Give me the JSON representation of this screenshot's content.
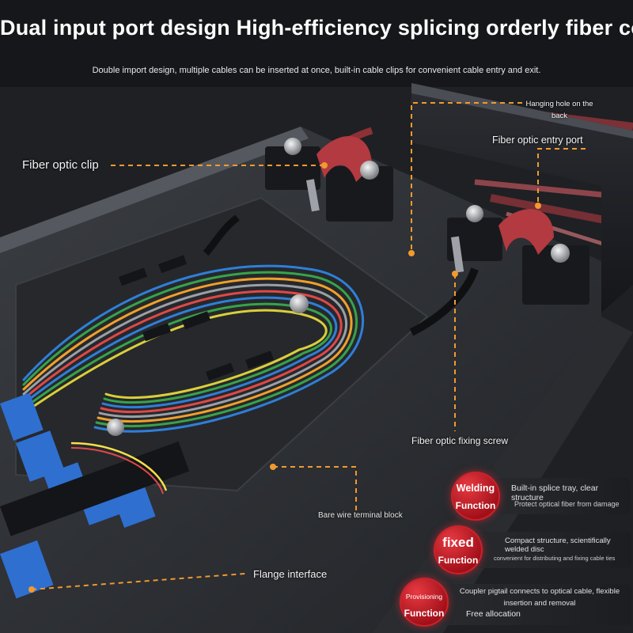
{
  "headline": "Dual input port design High-efficiency splicing orderly fiber coiling",
  "subline": "Double import design, multiple cables can be inserted at once, built-in cable clips for convenient cable entry and exit.",
  "callouts": {
    "fiber_clip": "Fiber optic clip",
    "hanging_hole": "Hanging hole on the back",
    "entry_port": "Fiber optic entry port",
    "fixing_screw": "Fiber optic fixing screw",
    "bare_wire": "Bare wire terminal block",
    "flange": "Flange interface"
  },
  "features": [
    {
      "badge_top": "Welding",
      "badge_bottom": "Function",
      "line1": "Built-in splice tray, clear structure",
      "line2": "Protect optical fiber from damage"
    },
    {
      "badge_top": "fixed",
      "badge_bottom": "Function",
      "line1": "Compact structure, scientifically welded disc",
      "line2": "convenient for distributing and fixing cable ties"
    },
    {
      "badge_top": "Provisioning",
      "badge_bottom": "Function",
      "line1": "Coupler pigtail connects to optical cable, flexible insertion and removal",
      "line2": "Free allocation"
    }
  ],
  "colors": {
    "accent_orange": "#f29a2e",
    "badge_red": "#c8232b",
    "cable_red": "#e0424a",
    "connector_blue": "#2f6fd0"
  }
}
